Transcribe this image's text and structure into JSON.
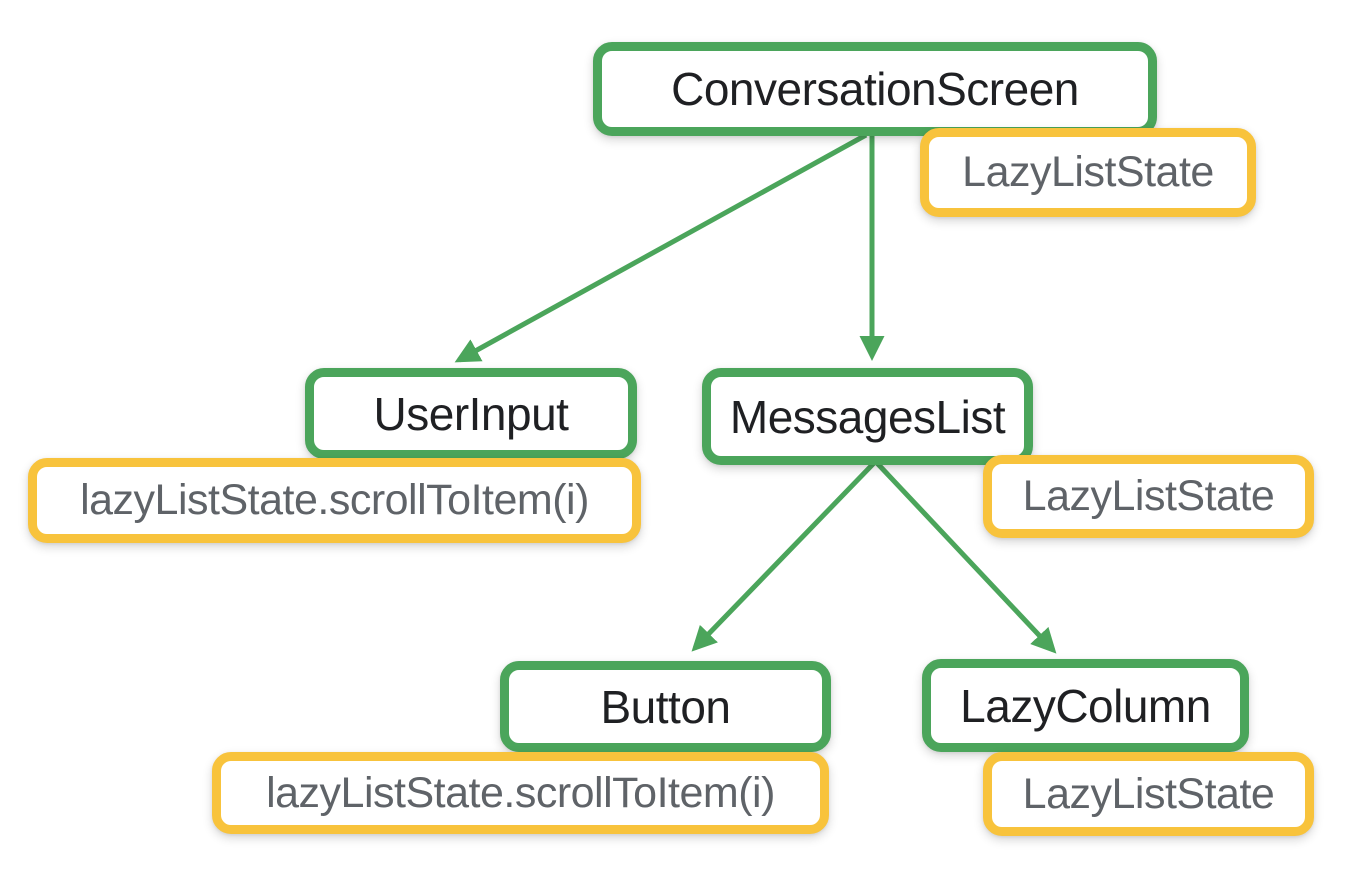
{
  "diagram": {
    "type": "component-state-tree",
    "nodes": [
      {
        "id": "conversation-screen",
        "label": "ConversationScreen",
        "state": "LazyListState"
      },
      {
        "id": "user-input",
        "label": "UserInput",
        "state": "lazyListState.scrollToItem(i)"
      },
      {
        "id": "messages-list",
        "label": "MessagesList",
        "state": "LazyListState"
      },
      {
        "id": "button",
        "label": "Button",
        "state": "lazyListState.scrollToItem(i)"
      },
      {
        "id": "lazy-column",
        "label": "LazyColumn",
        "state": "LazyListState"
      }
    ],
    "edges": [
      {
        "from": "ConversationScreen",
        "to": "UserInput"
      },
      {
        "from": "ConversationScreen",
        "to": "MessagesList"
      },
      {
        "from": "MessagesList",
        "to": "Button"
      },
      {
        "from": "MessagesList",
        "to": "LazyColumn"
      }
    ],
    "colors": {
      "node_border": "#4BA55B",
      "state_border": "#F8C33C",
      "node_text": "#1F2023",
      "state_text": "#5F6368",
      "arrow": "#4BA55B"
    }
  }
}
